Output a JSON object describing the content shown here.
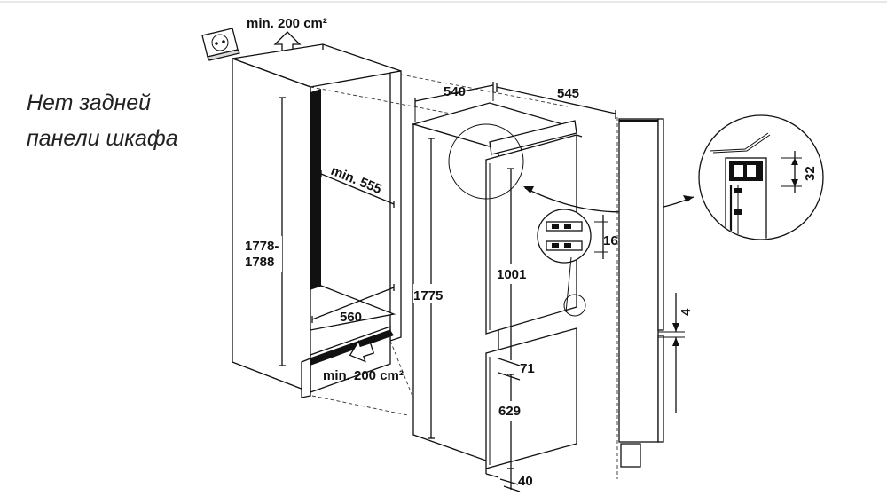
{
  "note": {
    "line1": "Нет задней",
    "line2": "панели шкафа"
  },
  "dimensions": {
    "vent_top": "min. 200 cm²",
    "vent_bottom": "min. 200 cm²",
    "niche_depth_min": "min. 555",
    "niche_width": "560",
    "niche_height": "1778-\n1788",
    "niche_height_line1": "1778-",
    "niche_height_line2": "1788",
    "appliance_width": "540",
    "appliance_depth": "545",
    "appliance_height": "1775",
    "fridge_door_height": "1001",
    "gap_between_doors": "71",
    "freezer_door_height": "629",
    "bottom_offset": "40",
    "hinge_spacing": "16",
    "detail_top_gap": "32",
    "side_gap": "4"
  },
  "icons": [
    "socket-icon",
    "airflow-up-arrow-icon",
    "airflow-in-arrow-icon"
  ]
}
